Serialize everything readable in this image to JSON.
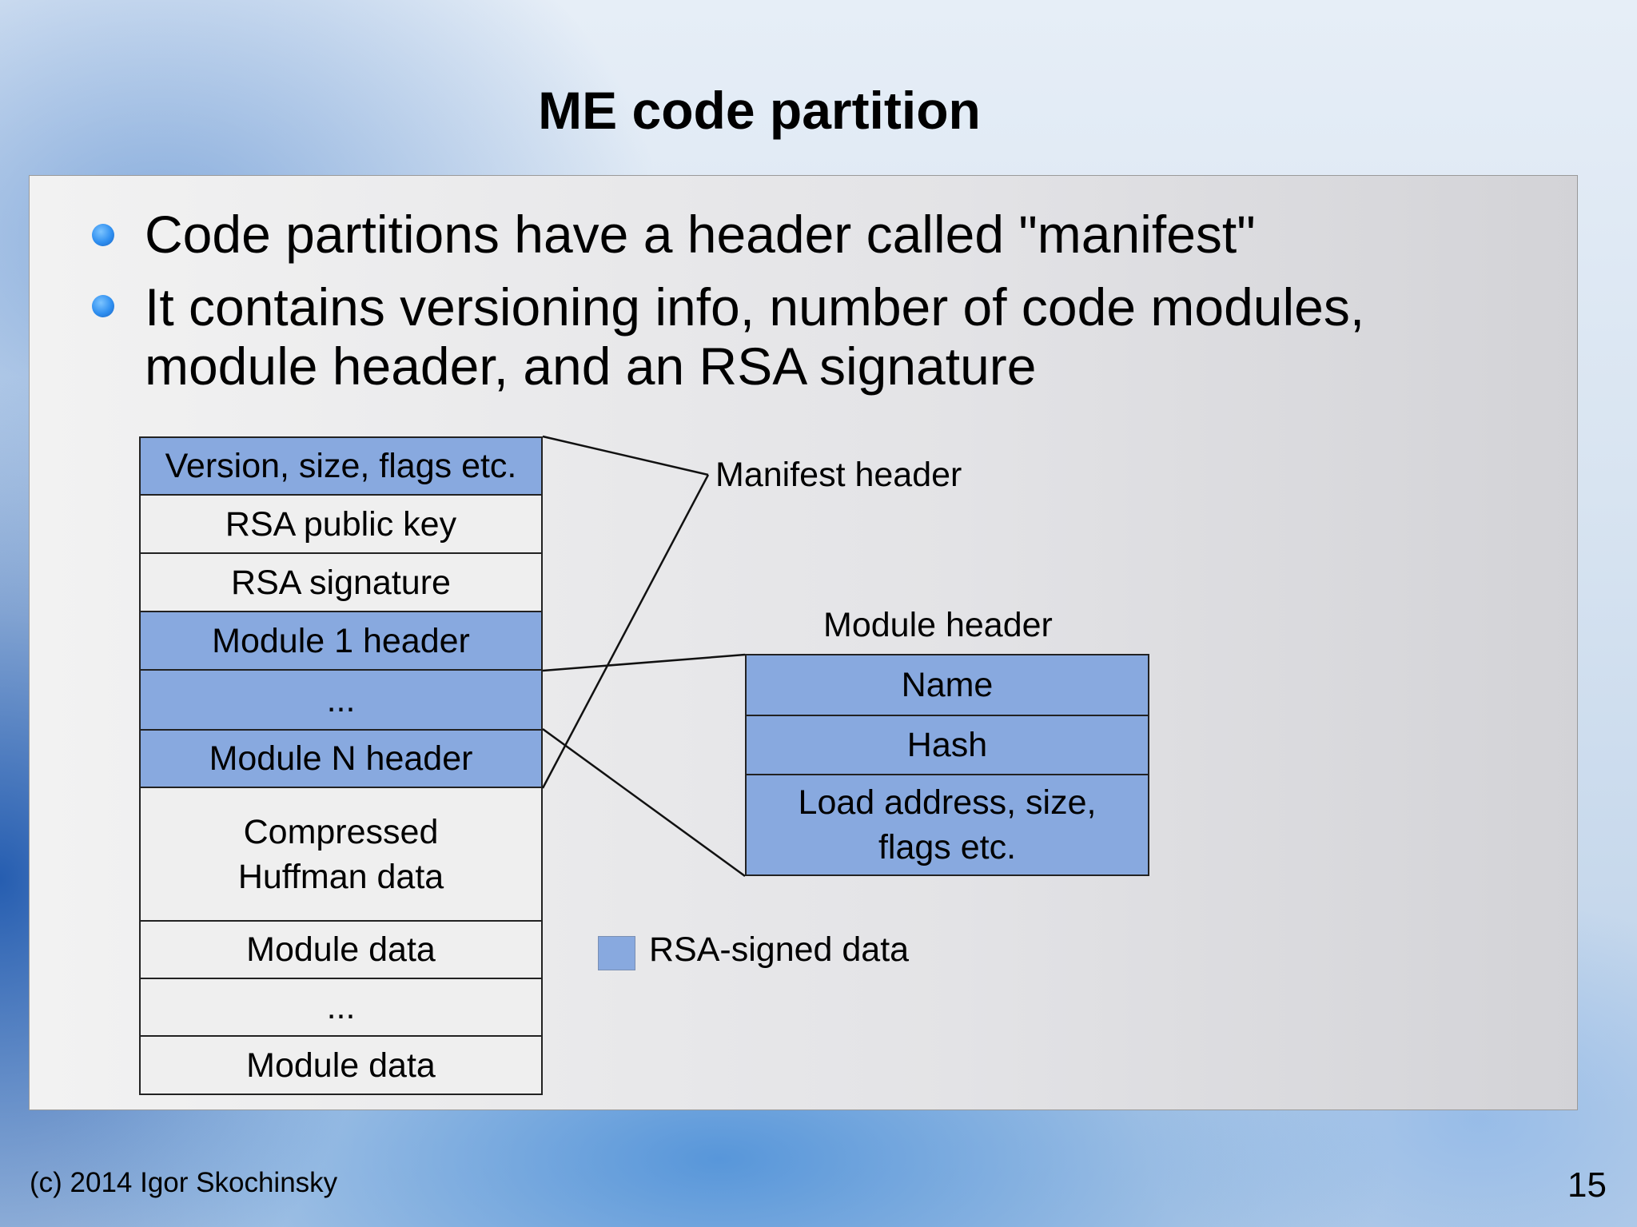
{
  "slide": {
    "title": "ME code partition",
    "bullets": [
      "Code partitions have a header called \"manifest\"",
      "It contains versioning info, number of code modules, module header, and an RSA signature"
    ]
  },
  "diagram": {
    "partition_cells": [
      {
        "label": "Version, size, flags etc.",
        "signed": true
      },
      {
        "label": "RSA public key",
        "signed": false
      },
      {
        "label": "RSA signature",
        "signed": false
      },
      {
        "label": "Module 1 header",
        "signed": true
      },
      {
        "label": "...",
        "signed": true
      },
      {
        "label": "Module N header",
        "signed": true
      },
      {
        "label": "Compressed\nHuffman data",
        "signed": false
      },
      {
        "label": "Module data",
        "signed": false
      },
      {
        "label": "...",
        "signed": false
      },
      {
        "label": "Module data",
        "signed": false
      }
    ],
    "manifest_label": "Manifest header",
    "module_header_title": "Module header",
    "module_header_cells": [
      {
        "label": "Name"
      },
      {
        "label": "Hash"
      },
      {
        "label": "Load address, size,\nflags etc."
      }
    ],
    "legend": {
      "label": "RSA-signed data",
      "color": "#88a9df"
    }
  },
  "footer": {
    "copyright": "(c) 2014 Igor Skochinsky",
    "page_number": "15"
  }
}
